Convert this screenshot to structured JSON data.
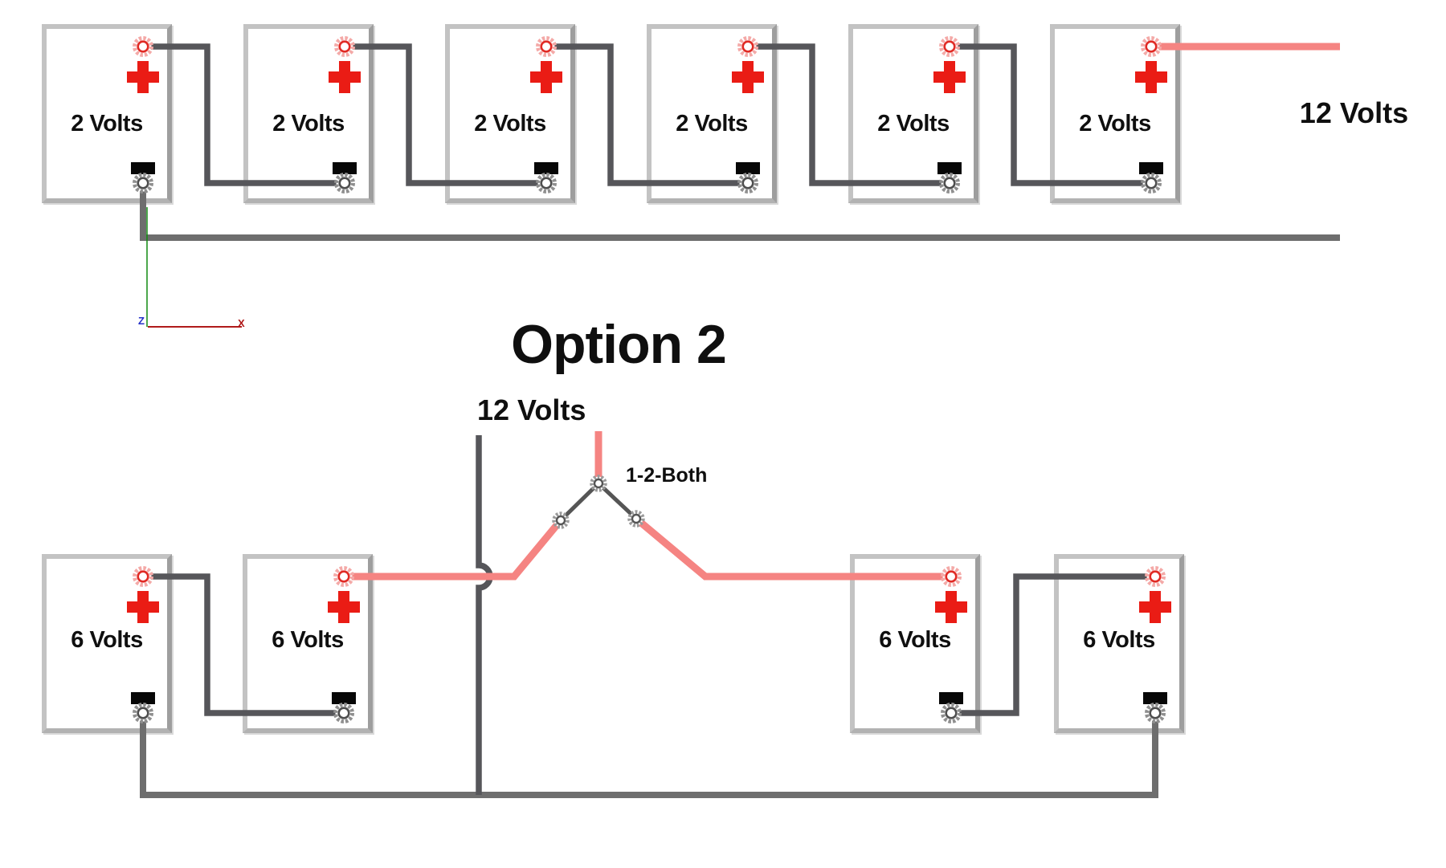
{
  "diagram_title": "Option 2",
  "top_bank": {
    "output_label": "12 Volts",
    "batteries": [
      "2 Volts",
      "2 Volts",
      "2 Volts",
      "2 Volts",
      "2 Volts",
      "2 Volts"
    ]
  },
  "bottom_bank": {
    "output_label": "12 Volts",
    "switch_label": "1-2-Both",
    "batteries": [
      "6 Volts",
      "6 Volts",
      "6 Volts",
      "6 Volts"
    ]
  },
  "axes": {
    "x_label": "X",
    "z_label": "Z"
  },
  "colors": {
    "positive_wire": "#f58482",
    "negative_wire": "#56565a",
    "bus_wire": "#6e6e6e",
    "plus_symbol": "#ea1c15",
    "terminal_positive": "#e02a24",
    "terminal_positive_outer": "#f4a9a7",
    "terminal_negative": "#4e4e4e",
    "terminal_negative_outer": "#8f8f8f",
    "switch_terminal": "#555555",
    "switch_terminal_outer": "#9a9a9a",
    "battery_border": "#c3c3c3",
    "label_text": "#0f0f0f",
    "axis_green": "#108a10",
    "axis_red": "#b01a1a",
    "axis_blue": "#2430c8"
  }
}
